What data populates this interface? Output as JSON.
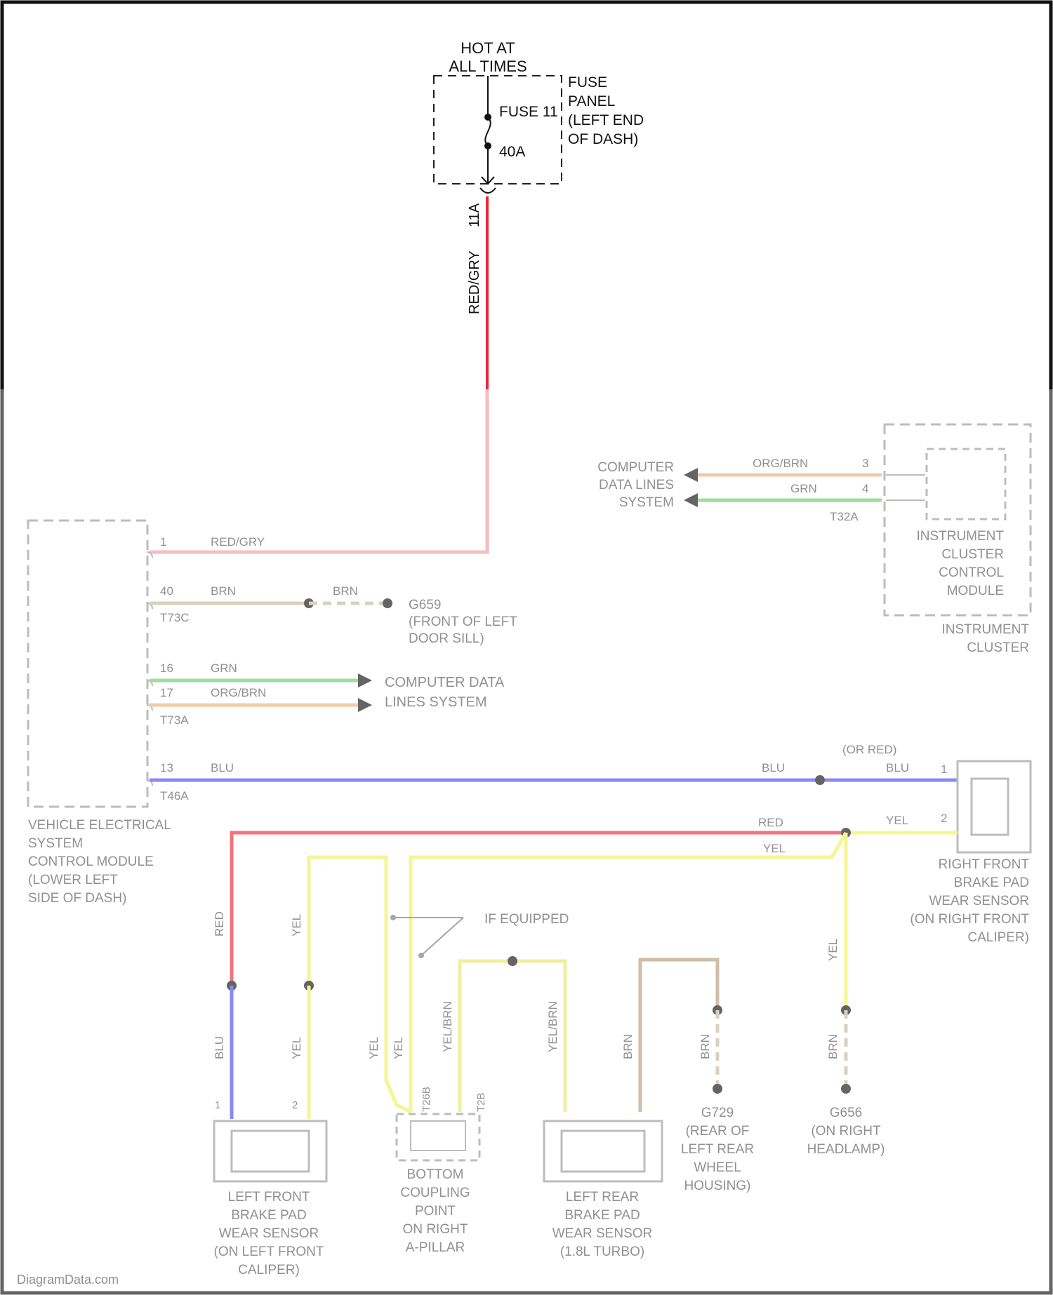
{
  "colors": {
    "red": "#e8283a",
    "red_faded": "#f29aa2",
    "yellow": "#f2f05a",
    "blue": "#4a4af0",
    "green": "#6ec86e",
    "orange": "#eab07a",
    "brown": "#b69b7a",
    "tan": "#c7b898"
  },
  "header": {
    "hot_line1": "HOT AT",
    "hot_line2": "ALL TIMES"
  },
  "fuse_panel": {
    "label_lines": [
      "FUSE",
      "PANEL",
      "(LEFT END",
      "OF DASH)"
    ],
    "fuse_name": "FUSE 11",
    "fuse_rating": "40A",
    "pin": "11A",
    "wire_color": "RED/GRY"
  },
  "vecm": {
    "label_lines": [
      "VEHICLE ELECTRICAL",
      "SYSTEM",
      "CONTROL MODULE",
      "(LOWER LEFT",
      "SIDE OF DASH)"
    ],
    "wires": [
      {
        "pin": "1",
        "color": "RED/GRY",
        "connector": ""
      },
      {
        "pin": "40",
        "color": "BRN",
        "connector": "T73C"
      },
      {
        "pin": "16",
        "color": "GRN",
        "connector": ""
      },
      {
        "pin": "17",
        "color": "ORG/BRN",
        "connector": "T73A"
      },
      {
        "pin": "13",
        "color": "BLU",
        "connector": "T46A"
      }
    ]
  },
  "ground_g659": {
    "wire_color": "BRN",
    "label_lines": [
      "G659",
      "(FRONT OF LEFT",
      "DOOR SILL)"
    ]
  },
  "data_lines_left": [
    "COMPUTER DATA",
    "LINES SYSTEM"
  ],
  "instrument_cluster": {
    "data_lines_label": [
      "COMPUTER",
      "DATA LINES",
      "SYSTEM"
    ],
    "wires": [
      {
        "pin": "3",
        "color": "ORG/BRN"
      },
      {
        "pin": "4",
        "color": "GRN"
      }
    ],
    "connector": "T32A",
    "module_label": [
      "INSTRUMENT",
      "CLUSTER",
      "CONTROL",
      "MODULE"
    ],
    "outer_label": [
      "INSTRUMENT",
      "CLUSTER"
    ]
  },
  "right_sensor": {
    "label_lines": [
      "RIGHT FRONT",
      "BRAKE PAD",
      "WEAR SENSOR",
      "(ON RIGHT FRONT",
      "CALIPER)"
    ],
    "pins": [
      "1",
      "2"
    ],
    "blu_label": "BLU",
    "alt_label": "(OR RED)",
    "blu_label2": "BLU",
    "yel_label": "YEL"
  },
  "harness": {
    "red_label": "RED",
    "yel_label": "YEL",
    "if_equipped": "IF EQUIPPED",
    "left_red_vertical": "RED",
    "left_yel_vertical": "YEL",
    "left_blu_vertical": "BLU",
    "left_yel2_vertical": "YEL",
    "yel_a": "YEL",
    "yel_b": "YEL",
    "yel_brn_a": "YEL/BRN",
    "yel_brn_b": "YEL/BRN",
    "brn_a": "BRN",
    "brn_b": "BRN",
    "brn_c": "BRN",
    "yel_right": "YEL"
  },
  "left_front_sensor": {
    "pins": [
      "1",
      "2"
    ],
    "label_lines": [
      "LEFT FRONT",
      "BRAKE PAD",
      "WEAR SENSOR",
      "(ON LEFT FRONT",
      "CALIPER)"
    ]
  },
  "coupling": {
    "connectors": [
      "T26B",
      "T2B"
    ],
    "label_lines": [
      "BOTTOM",
      "COUPLING",
      "POINT",
      "ON RIGHT",
      "A-PILLAR"
    ]
  },
  "left_rear_sensor": {
    "label_lines": [
      "LEFT REAR",
      "BRAKE PAD",
      "WEAR SENSOR",
      "(1.8L TURBO)"
    ]
  },
  "ground_g729": {
    "label_lines": [
      "G729",
      "(REAR OF",
      "LEFT REAR",
      "WHEEL",
      "HOUSING)"
    ]
  },
  "ground_g656": {
    "label_lines": [
      "G656",
      "(ON RIGHT",
      "HEADLAMP)"
    ]
  },
  "watermark": "DiagramData.com"
}
